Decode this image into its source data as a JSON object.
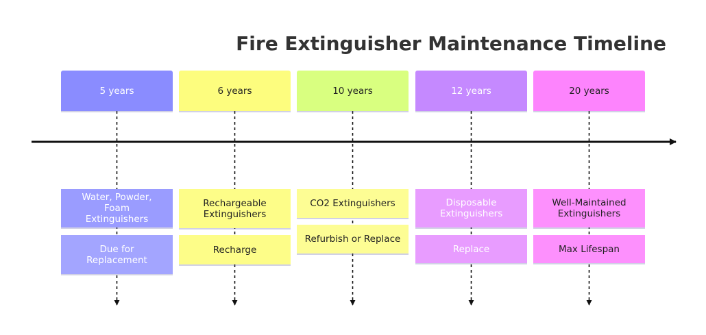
{
  "title": "Fire Extinguisher Maintenance Timeline",
  "periods": [
    {
      "label": "5 years",
      "color": "#8a8cff",
      "text_color": "#ffffff",
      "items": [
        "Water, Powder, Foam\nExtinguishers",
        "Due for\nReplacement"
      ],
      "item_colors": [
        "#9a9cff",
        "#a3a5ff"
      ]
    },
    {
      "label": "6 years",
      "color": "#fdfd7e",
      "text_color": "#222222",
      "items": [
        "Rechargeable\nExtinguishers",
        "Recharge"
      ],
      "item_colors": [
        "#fdfd88",
        "#fdfd88"
      ]
    },
    {
      "label": "10 years",
      "color": "#d9ff80",
      "text_color": "#222222",
      "items": [
        "CO2 Extinguishers",
        "Refurbish or Replace"
      ],
      "item_colors": [
        "#fdfd94",
        "#fdfd94"
      ]
    },
    {
      "label": "12 years",
      "color": "#c589ff",
      "text_color": "#ffffff",
      "items": [
        "Disposable\nExtinguishers",
        "Replace"
      ],
      "item_colors": [
        "#e89cff",
        "#e89cff"
      ]
    },
    {
      "label": "20 years",
      "color": "#fd84fd",
      "text_color": "#222222",
      "items": [
        "Well-Maintained\nExtinguishers",
        "Max Lifespan"
      ],
      "item_colors": [
        "#fd90fd",
        "#fd90fd"
      ]
    }
  ]
}
